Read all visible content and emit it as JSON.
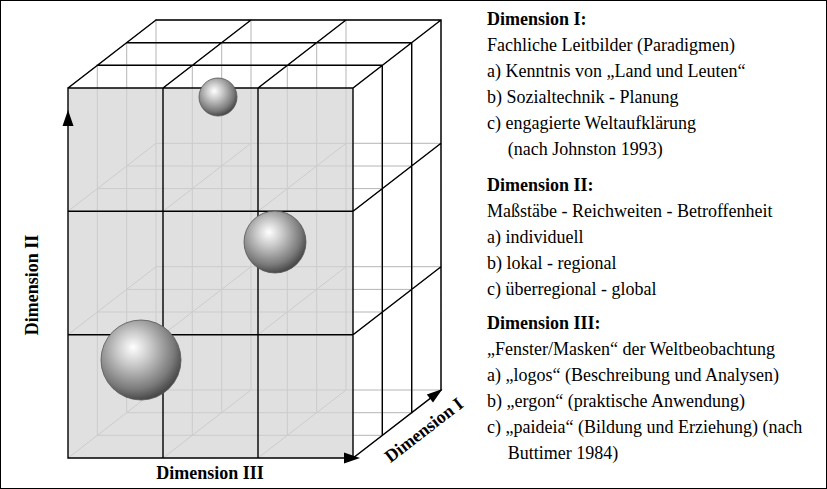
{
  "diagram": {
    "labels": [
      "Dimension I:",
      "Fachliche Leitbilder (Paradigmen)",
      "a) Kenntnis von „Land und Leuten“",
      "b) Sozialtechnik - Planung",
      "c) engagierte Weltaufklärung (nach Johnston 1993)",
      "Dimension II:",
      "Maßstäbe - Reichweiten - Betroffenheit",
      "a) individuell",
      "b) lokal - regional",
      "c) überregional - global",
      "Dimension III:",
      "„Fenster/Masken“ der Weltbeobachtung",
      "a) „logos“ (Beschreibung und Analysen)",
      "b) „ergon“ (praktische Anwendung)",
      "c) „paideia“ (Bildung und Erziehung) (nach Buttimer 1984)",
      "Dimension II",
      "Dimension III",
      "Dimension I"
    ]
  }
}
